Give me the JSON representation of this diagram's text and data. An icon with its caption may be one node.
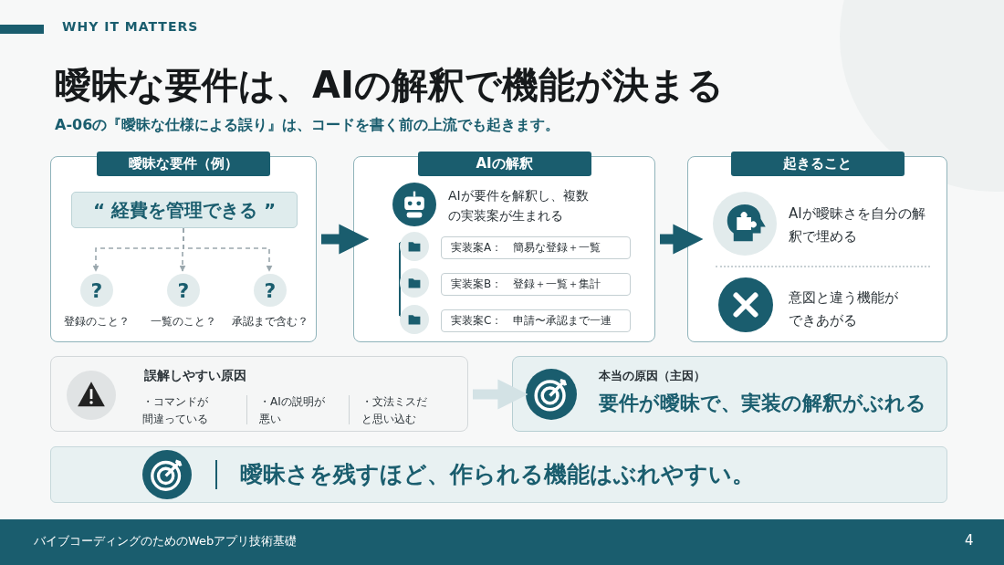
{
  "diagram": {
    "title": "曖昧な要件は、AIの解釈で機能が決まる",
    "nodes": [
      {
        "text": [
          "曖昧な要件（例）"
        ]
      },
      {
        "text": [
          "“ 経費を管理できる ”"
        ],
        "in": 0
      },
      {
        "text": [
          "?"
        ],
        "beside": [
          "登録のこと？"
        ],
        "in": 0
      },
      {
        "text": [
          "?"
        ],
        "beside": [
          "一覧のこと？"
        ],
        "in": 0
      },
      {
        "text": [
          "?"
        ],
        "beside": [
          "承認まで含む？"
        ],
        "in": 0
      },
      {
        "text": [
          "AIの解釈",
          "AIが要件を解釈し、複数の実装案が生まれる"
        ]
      },
      {
        "text": [
          "実装案A：　簡易な登録＋一覧"
        ],
        "in": 5
      },
      {
        "text": [
          "実装案B：　登録＋一覧＋集計"
        ],
        "in": 5
      },
      {
        "text": [
          "実装案C：　申請〜承認まで一連"
        ],
        "in": 5
      },
      {
        "text": [
          "起きること",
          "AIが曖昧さを自分の解釈で埋める",
          "意図と違う機能ができあがる"
        ]
      },
      {
        "text": [
          "誤解しやすい原因",
          "・コマンドが間違っている",
          "・AIの説明が悪い",
          "・文法ミスだと思い込む"
        ]
      },
      {
        "text": [
          "本当の原因（主因）",
          "要件が曖昧で、実装の解釈がぶれる"
        ]
      },
      {
        "text": [
          "曖昧さを残すほど、作られる機能はぶれやすい。"
        ]
      }
    ],
    "edges": [
      {
        "from": 1,
        "to": 2,
        "arrow": "to",
        "style": "dashed"
      },
      {
        "from": 1,
        "to": 3,
        "arrow": "to",
        "style": "dashed"
      },
      {
        "from": 1,
        "to": 4,
        "arrow": "to",
        "style": "dashed"
      },
      {
        "from": 0,
        "to": 5,
        "arrow": "to",
        "style": "thick",
        "color": "#1a5d6e"
      },
      {
        "from": 5,
        "to": 9,
        "arrow": "to",
        "style": "thick",
        "color": "#1a5d6e"
      },
      {
        "from": 10,
        "to": 11,
        "arrow": "to",
        "style": "thick",
        "color": "#d3e2e5"
      }
    ],
    "labels": [
      "WHY IT MATTERS",
      "A-06の『曖昧な仕様による誤り』は、コードを書く前の上流でも起きます。",
      "バイブコーディングのためのWebアプリ技術基礎",
      "4"
    ]
  }
}
